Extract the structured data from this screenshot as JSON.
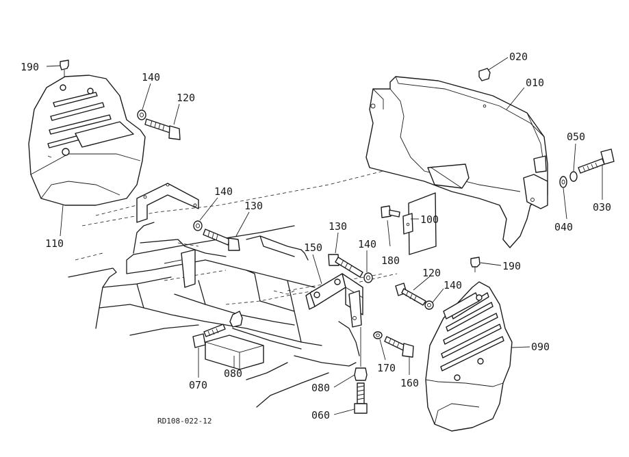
{
  "drawing_code": "RD108-022-12",
  "callouts": {
    "c010": "010",
    "c020": "020",
    "c030": "030",
    "c040": "040",
    "c050": "050",
    "c060": "060",
    "c070": "070",
    "c080a": "080",
    "c080b": "080",
    "c090": "090",
    "c100": "100",
    "c110": "110",
    "c120a": "120",
    "c120b": "120",
    "c130a": "130",
    "c130b": "130",
    "c140a": "140",
    "c140b": "140",
    "c140c": "140",
    "c140d": "140",
    "c150": "150",
    "c160": "160",
    "c170": "170",
    "c180": "180",
    "c190a": "190",
    "c190b": "190"
  }
}
